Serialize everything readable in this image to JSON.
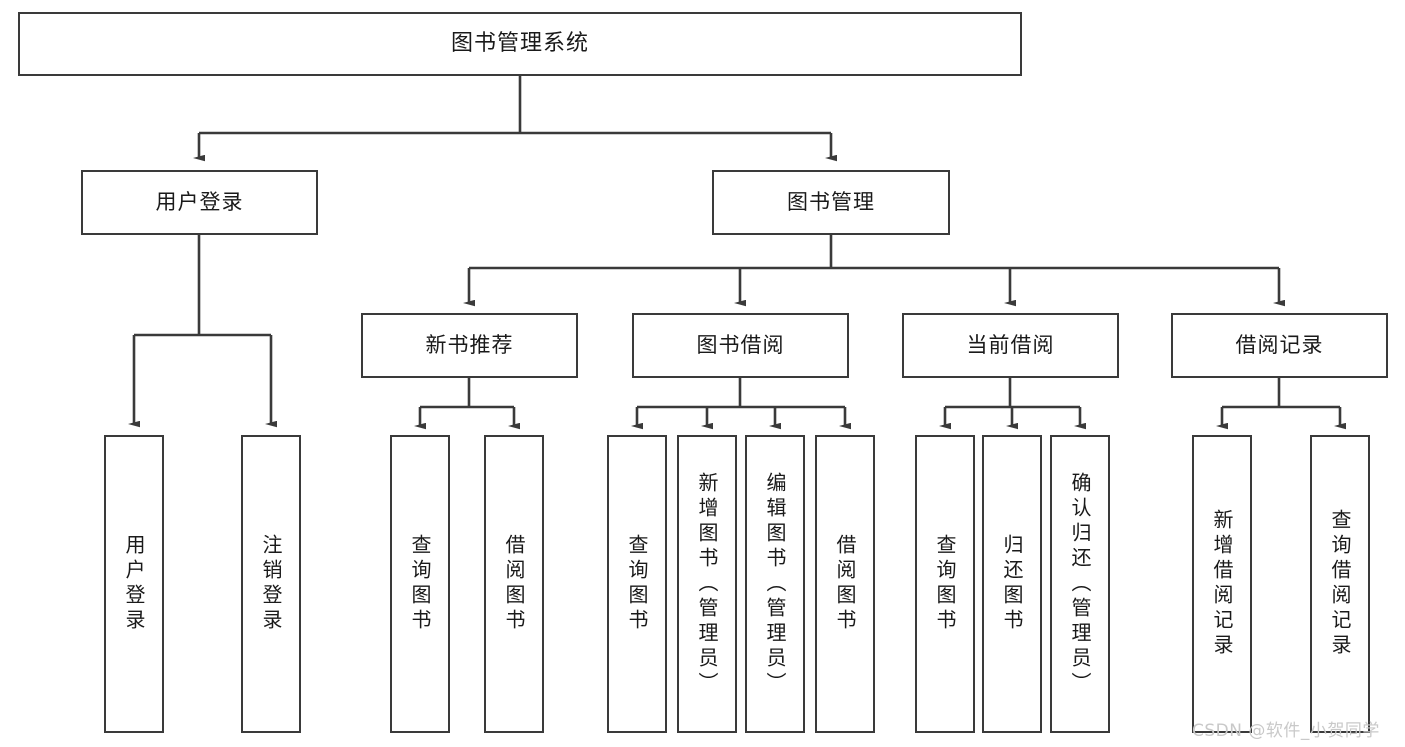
{
  "diagram": {
    "title": "图书管理系统",
    "type": "tree",
    "watermark": "CSDN @软件_小贺同学",
    "line_color": "#3a3a3a",
    "background": "#ffffff",
    "text_color": "#1a1a1a"
  },
  "nodes": {
    "root": {
      "label": "图书管理系统"
    },
    "level1": [
      {
        "label": "用户登录"
      },
      {
        "label": "图书管理"
      }
    ],
    "level2": [
      {
        "label": "新书推荐"
      },
      {
        "label": "图书借阅"
      },
      {
        "label": "当前借阅"
      },
      {
        "label": "借阅记录"
      }
    ],
    "leaves": {
      "user_login": [
        {
          "label": "用户登录"
        },
        {
          "label": "注销登录"
        }
      ],
      "new_book_recommend": [
        {
          "label": "查询图书"
        },
        {
          "label": "借阅图书"
        }
      ],
      "book_borrow": [
        {
          "label": "查询图书"
        },
        {
          "label": "新增图书（管理员）"
        },
        {
          "label": "编辑图书（管理员）"
        },
        {
          "label": "借阅图书"
        }
      ],
      "current_borrow": [
        {
          "label": "查询图书"
        },
        {
          "label": "归还图书"
        },
        {
          "label": "确认归还（管理员）"
        }
      ],
      "borrow_record": [
        {
          "label": "新增借阅记录"
        },
        {
          "label": "查询借阅记录"
        }
      ]
    }
  }
}
